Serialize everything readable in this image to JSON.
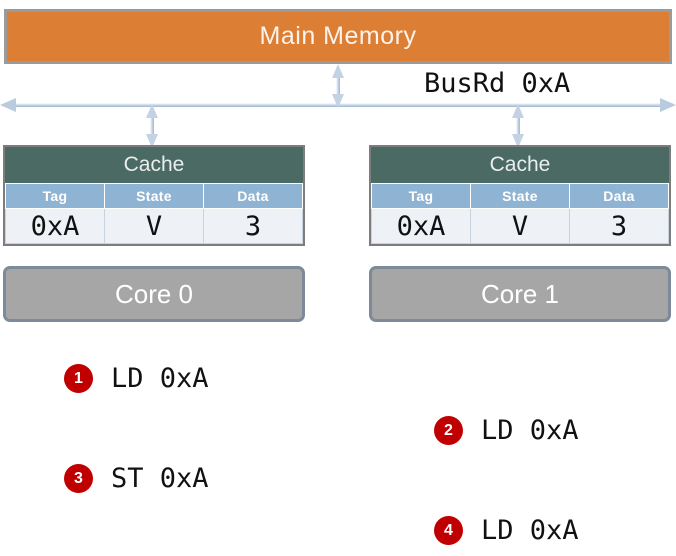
{
  "diagram": {
    "memory": {
      "label": "Main Memory"
    },
    "bus": {
      "label": "BusRd 0xA",
      "arrow_icon": "double-headed-horizontal-arrow-icon",
      "connector_icon": "double-headed-vertical-arrow-icon"
    },
    "columns": [
      {
        "cache": {
          "title": "Cache",
          "headers": [
            "Tag",
            "State",
            "Data"
          ],
          "row": [
            {
              "value": "0xA",
              "color": "#111111"
            },
            {
              "value": "V",
              "color": "#111111"
            },
            {
              "value": "3",
              "color": "#ee0000"
            }
          ]
        },
        "core": {
          "label": "Core 0"
        }
      },
      {
        "cache": {
          "title": "Cache",
          "headers": [
            "Tag",
            "State",
            "Data"
          ],
          "row": [
            {
              "value": "0xA",
              "color": "#111111"
            },
            {
              "value": "V",
              "color": "#ee0000"
            },
            {
              "value": "3",
              "color": "#ee0000"
            }
          ]
        },
        "core": {
          "label": "Core 1"
        }
      }
    ],
    "steps": [
      {
        "number": "1",
        "text": "LD 0xA"
      },
      {
        "number": "2",
        "text": "LD 0xA"
      },
      {
        "number": "3",
        "text": "ST 0xA"
      },
      {
        "number": "4",
        "text": "LD 0xA"
      }
    ],
    "colors": {
      "memory_fill": "#DD7E35",
      "cache_title_fill": "#4A6A63",
      "table_header_fill": "#8FB4D3",
      "core_fill": "#A6A6A6",
      "badge_fill": "#C00000",
      "highlight_text": "#ee0000",
      "bus_arrow": "#b9cbdd"
    }
  }
}
